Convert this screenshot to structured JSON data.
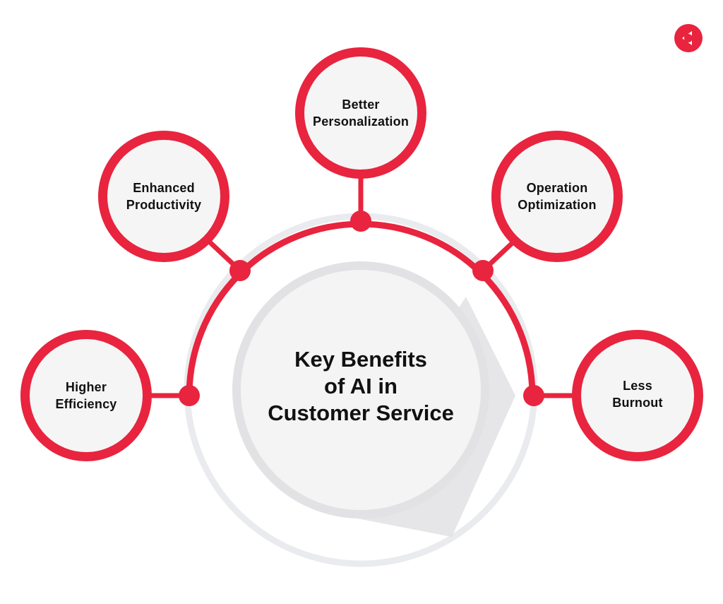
{
  "colors": {
    "accent": "#e8243e",
    "circle_fill": "#f5f5f6",
    "center_fill": "#f2f2f3",
    "ring": "#e9ebee",
    "shadow": "#d9d9dc",
    "text": "#111111"
  },
  "logo": {
    "icon": "brand-logo-icon"
  },
  "center": {
    "lines": [
      "Key Benefits",
      "of AI in",
      "Customer Service"
    ]
  },
  "benefits": [
    {
      "id": "better-personalization",
      "lines": [
        "Better",
        "Personalization"
      ]
    },
    {
      "id": "enhanced-productivity",
      "lines": [
        "Enhanced",
        "Productivity"
      ]
    },
    {
      "id": "operation-optimization",
      "lines": [
        "Operation",
        "Optimization"
      ]
    },
    {
      "id": "higher-efficiency",
      "lines": [
        "Higher",
        "Efficiency"
      ]
    },
    {
      "id": "less-burnout",
      "lines": [
        "Less",
        "Burnout"
      ]
    }
  ]
}
